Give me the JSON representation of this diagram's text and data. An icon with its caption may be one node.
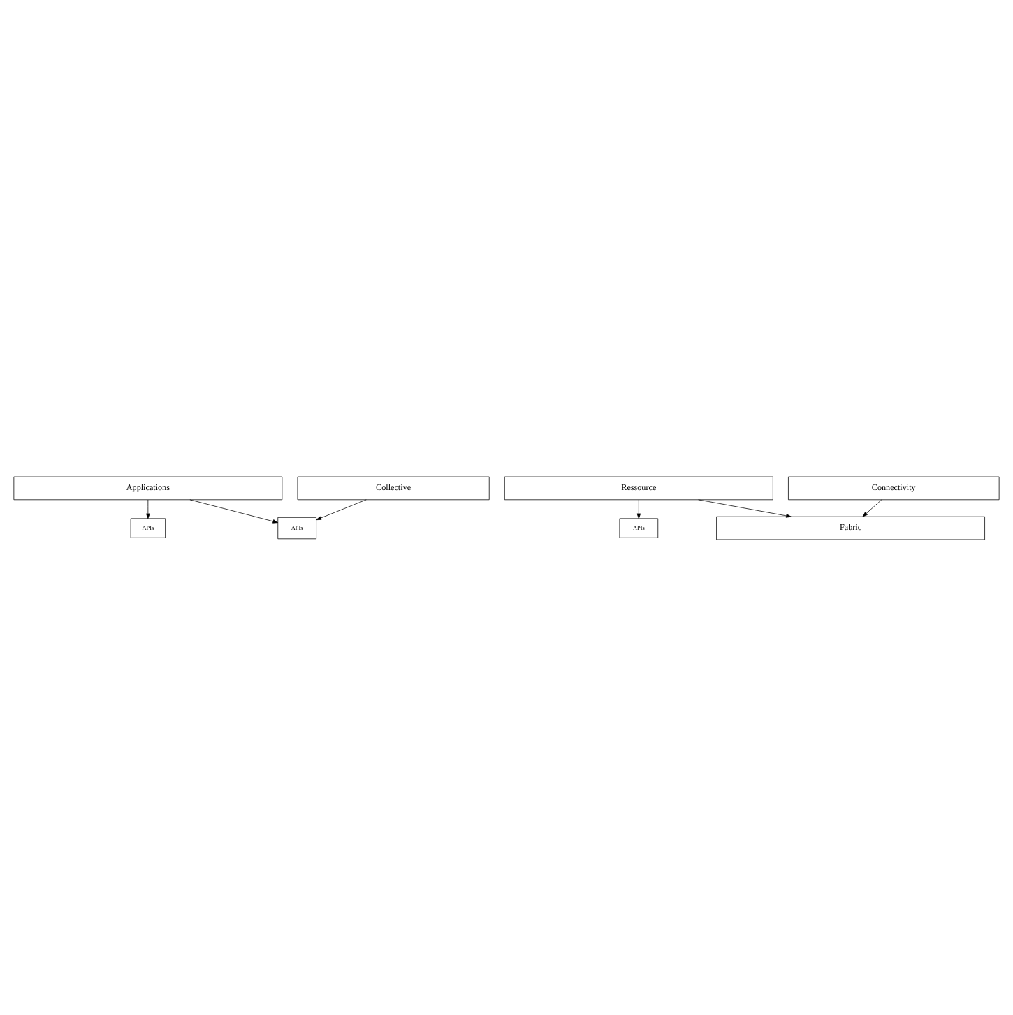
{
  "diagram": {
    "nodes": [
      {
        "text": [
          "Applications"
        ]
      },
      {
        "text": [
          "APIs"
        ]
      },
      {
        "text": [
          "Collective"
        ]
      },
      {
        "text": [
          "APIs"
        ]
      },
      {
        "text": [
          "Ressource"
        ]
      },
      {
        "text": [
          "APIs"
        ]
      },
      {
        "text": [
          "Connectivity"
        ]
      },
      {
        "text": [
          "Fabric"
        ]
      }
    ],
    "edges": [
      {
        "from": 0,
        "to": 1,
        "arrow": "to"
      },
      {
        "from": 0,
        "to": 3,
        "arrow": "to"
      },
      {
        "from": 2,
        "to": 3,
        "arrow": "to"
      },
      {
        "from": 4,
        "to": 5,
        "arrow": "to"
      },
      {
        "from": 4,
        "to": 7,
        "arrow": "to"
      },
      {
        "from": 6,
        "to": 7,
        "arrow": "to"
      }
    ]
  }
}
